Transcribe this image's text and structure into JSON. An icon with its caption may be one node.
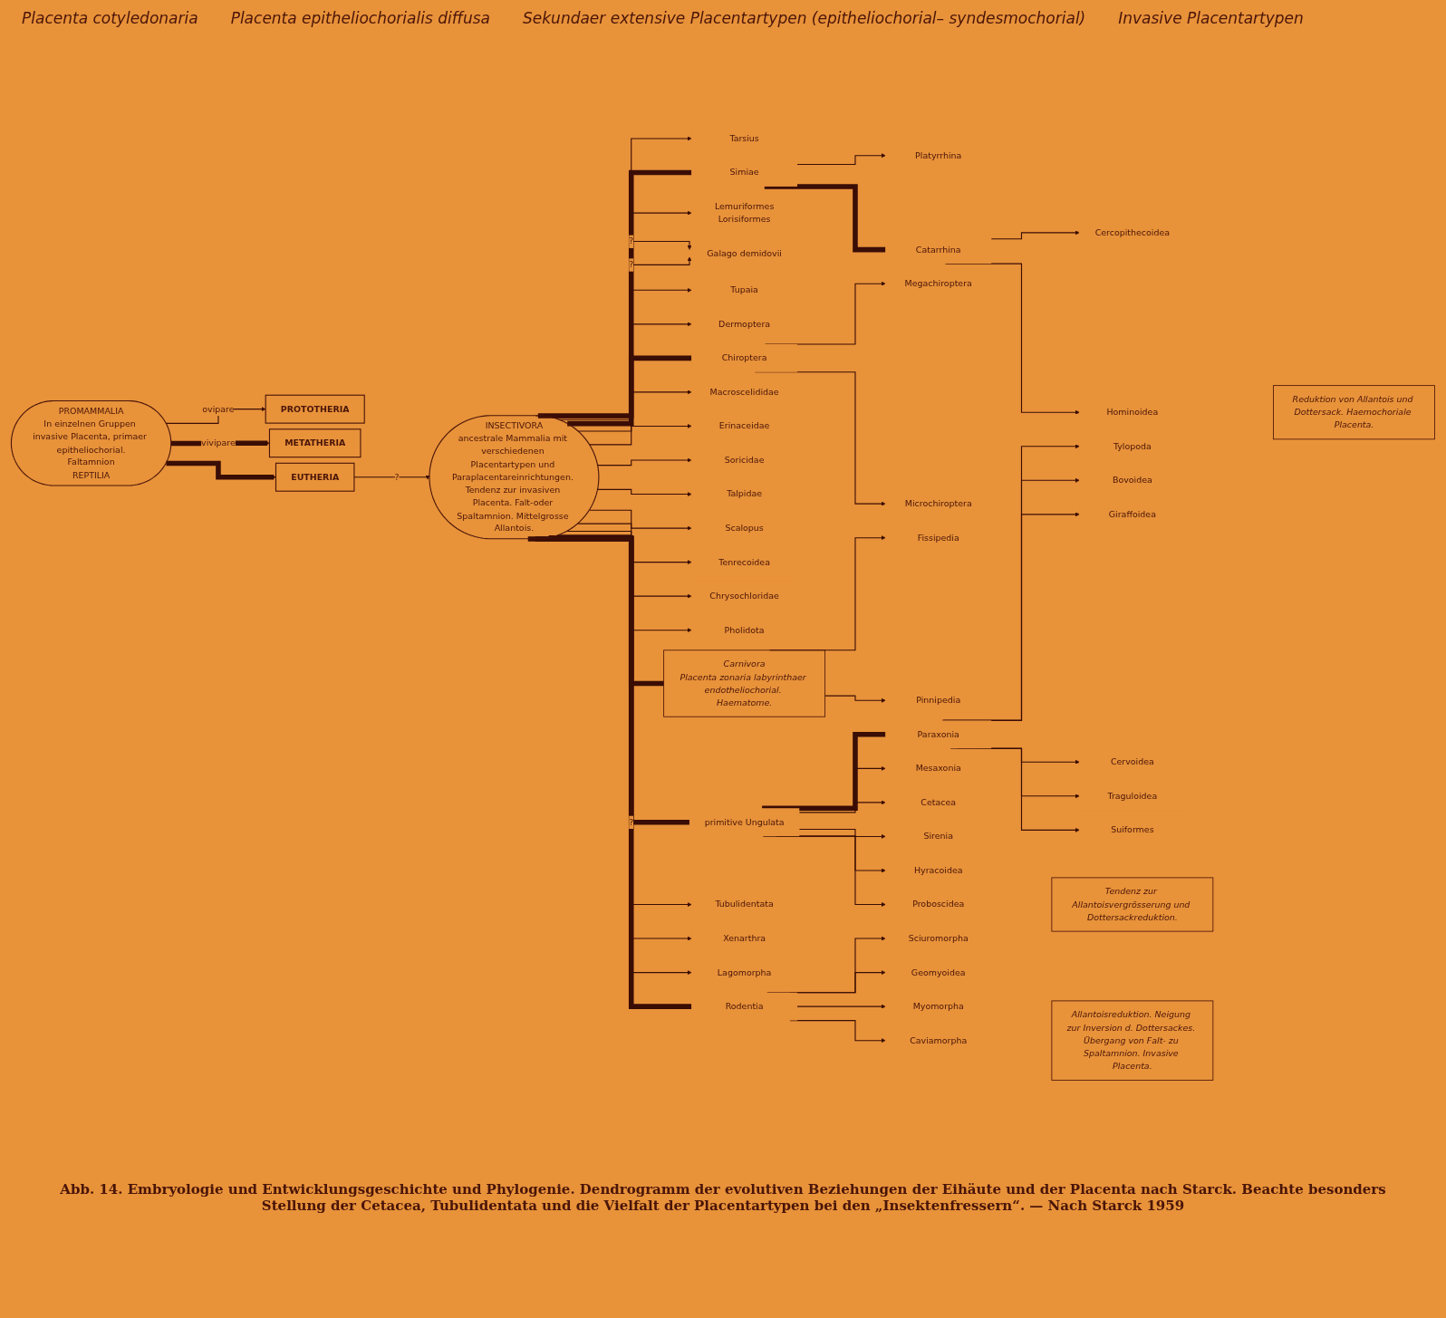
{
  "diagram": {
    "caption": "Abb. 14. Embryologie und Entwicklungsgeschichte und Phylogenie. Dendrogramm der evolutiven Beziehungen der Eihäute und der Placenta nach Starck. Beachte besonders Stellung der Cetacea, Tubulidentata und die Vielfalt der Placentartypen bei den „Insektenfressern“. — Nach Starck 1959",
    "nodes": [
      {
        "text": [
          "PROMAMMALIA",
          "In einzelnen Gruppen invasive Placenta, primaer epitheliochorial.",
          "Faltamnion",
          "REPTILIA"
        ]
      },
      {
        "text": [
          "PROTOTHERIA"
        ]
      },
      {
        "text": [
          "METATHERIA"
        ]
      },
      {
        "text": [
          "EUTHERIA"
        ]
      },
      {
        "text": [
          "INSECTIVORA",
          "ancestrale Mammalia mit verschiedenen Placentartypen und Paraplacentareinrichtungen. Tendenz zur invasiven Placenta. Falt-oder Spaltamnion. Mittelgrosse Allantois."
        ]
      },
      {
        "text": [
          "Tarsius"
        ]
      },
      {
        "text": [
          "Simiae"
        ]
      },
      {
        "text": [
          "Platyrrhina"
        ]
      },
      {
        "text": [
          "Catarrhina"
        ]
      },
      {
        "text": [
          "Cercopithecoidea"
        ]
      },
      {
        "text": [
          "Hominoidea"
        ]
      },
      {
        "text": [
          "Reduktion von Allantois und Dottersack. Haemochoriale Placenta."
        ]
      },
      {
        "text": [
          "Lemuriformes",
          "Lorisiformes"
        ]
      },
      {
        "text": [
          "Galago demidovii"
        ]
      },
      {
        "text": [
          "Tupaia"
        ]
      },
      {
        "text": [
          "Dermoptera"
        ]
      },
      {
        "text": [
          "Chiroptera"
        ]
      },
      {
        "text": [
          "Megachiroptera"
        ]
      },
      {
        "text": [
          "Microchiroptera"
        ]
      },
      {
        "text": [
          "Macroscelididae"
        ]
      },
      {
        "text": [
          "Erinaceidae"
        ]
      },
      {
        "text": [
          "Soricidae"
        ]
      },
      {
        "text": [
          "Talpidae"
        ]
      },
      {
        "text": [
          "Scalopus"
        ]
      },
      {
        "text": [
          "Tenrecoidea"
        ]
      },
      {
        "text": [
          "Chrysochloridae"
        ]
      },
      {
        "text": [
          "Pholidota"
        ]
      },
      {
        "text": [
          "Carnivora",
          "Placenta zonaria labyrinthaer endotheliochorial. Haematome."
        ]
      },
      {
        "text": [
          "Fissipedia"
        ]
      },
      {
        "text": [
          "Pinnipedia"
        ]
      },
      {
        "text": [
          "primitive Ungulata"
        ]
      },
      {
        "text": [
          "Paraxonia"
        ]
      },
      {
        "text": [
          "Tylopoda"
        ]
      },
      {
        "text": [
          "Bovoidea"
        ]
      },
      {
        "text": [
          "Giraffoidea"
        ]
      },
      {
        "text": [
          "Cervoidea"
        ]
      },
      {
        "text": [
          "Traguloidea"
        ]
      },
      {
        "text": [
          "Suiformes"
        ]
      },
      {
        "text": [
          "Mesaxonia"
        ]
      },
      {
        "text": [
          "Cetacea"
        ]
      },
      {
        "text": [
          "Sirenia"
        ]
      },
      {
        "text": [
          "Hyracoidea"
        ]
      },
      {
        "text": [
          "Proboscidea"
        ]
      },
      {
        "text": [
          "Tendenz zur Allantoisvergrösserung und Dottersackreduktion."
        ]
      },
      {
        "text": [
          "Tubulidentata"
        ]
      },
      {
        "text": [
          "Xenarthra"
        ]
      },
      {
        "text": [
          "Lagomorpha"
        ]
      },
      {
        "text": [
          "Rodentia"
        ]
      },
      {
        "text": [
          "Sciuromorpha"
        ]
      },
      {
        "text": [
          "Geomyoidea"
        ]
      },
      {
        "text": [
          "Myomorpha"
        ]
      },
      {
        "text": [
          "Caviamorpha"
        ]
      },
      {
        "text": [
          "Allantoisreduktion. Neigung zur Inversion d. Dottersackes. Übergang von Falt- zu Spaltamnion. Invasive Placenta."
        ]
      }
    ],
    "edges": [
      {
        "from": 0,
        "to": 1,
        "arrow": "to",
        "label": "ovipare"
      },
      {
        "from": 0,
        "to": 2,
        "arrow": "to",
        "label": "vivipare",
        "style": "thick"
      },
      {
        "from": 0,
        "to": 3,
        "arrow": "to",
        "style": "thick"
      },
      {
        "from": 3,
        "to": 4,
        "arrow": "to",
        "label": "?"
      },
      {
        "from": 4,
        "to": 5,
        "arrow": "to"
      },
      {
        "from": 4,
        "to": 6,
        "arrow": "none",
        "style": "thick"
      },
      {
        "from": 6,
        "to": 7,
        "arrow": "to"
      },
      {
        "from": 6,
        "to": 8,
        "arrow": "none",
        "style": "thick"
      },
      {
        "from": 8,
        "to": 9,
        "arrow": "to"
      },
      {
        "from": 8,
        "to": 10,
        "arrow": "to"
      },
      {
        "from": 4,
        "to": 12,
        "arrow": "to"
      },
      {
        "from": 4,
        "to": 13,
        "arrow": "to",
        "label": "?"
      },
      {
        "from": 4,
        "to": 13,
        "arrow": "to",
        "label": "?"
      },
      {
        "from": 4,
        "to": 14,
        "arrow": "to"
      },
      {
        "from": 4,
        "to": 15,
        "arrow": "to"
      },
      {
        "from": 4,
        "to": 16,
        "arrow": "none",
        "style": "thick"
      },
      {
        "from": 16,
        "to": 17,
        "arrow": "to"
      },
      {
        "from": 16,
        "to": 18,
        "arrow": "to"
      },
      {
        "from": 4,
        "to": 19,
        "arrow": "to"
      },
      {
        "from": 4,
        "to": 20,
        "arrow": "to"
      },
      {
        "from": 4,
        "to": 21,
        "arrow": "to"
      },
      {
        "from": 4,
        "to": 22,
        "arrow": "to"
      },
      {
        "from": 4,
        "to": 23,
        "arrow": "to"
      },
      {
        "from": 4,
        "to": 24,
        "arrow": "to"
      },
      {
        "from": 4,
        "to": 25,
        "arrow": "to"
      },
      {
        "from": 4,
        "to": 26,
        "arrow": "to"
      },
      {
        "from": 4,
        "to": 27,
        "arrow": "none",
        "style": "thick"
      },
      {
        "from": 27,
        "to": 28,
        "arrow": "to"
      },
      {
        "from": 27,
        "to": 29,
        "arrow": "to"
      },
      {
        "from": 4,
        "to": 30,
        "arrow": "none",
        "style": "thick",
        "label": "?"
      },
      {
        "from": 30,
        "to": 31,
        "arrow": "none",
        "style": "thick"
      },
      {
        "from": 31,
        "to": 32,
        "arrow": "to"
      },
      {
        "from": 31,
        "to": 33,
        "arrow": "to"
      },
      {
        "from": 31,
        "to": 34,
        "arrow": "to"
      },
      {
        "from": 31,
        "to": 35,
        "arrow": "to"
      },
      {
        "from": 31,
        "to": 36,
        "arrow": "to"
      },
      {
        "from": 31,
        "to": 37,
        "arrow": "to"
      },
      {
        "from": 30,
        "to": 38,
        "arrow": "to"
      },
      {
        "from": 30,
        "to": 39,
        "arrow": "to"
      },
      {
        "from": 30,
        "to": 40,
        "arrow": "to"
      },
      {
        "from": 30,
        "to": 41,
        "arrow": "to"
      },
      {
        "from": 30,
        "to": 42,
        "arrow": "to"
      },
      {
        "from": 4,
        "to": 44,
        "arrow": "to"
      },
      {
        "from": 4,
        "to": 45,
        "arrow": "to"
      },
      {
        "from": 4,
        "to": 46,
        "arrow": "to"
      },
      {
        "from": 4,
        "to": 47,
        "arrow": "none",
        "style": "thick"
      },
      {
        "from": 47,
        "to": 48,
        "arrow": "to"
      },
      {
        "from": 47,
        "to": 49,
        "arrow": "to"
      },
      {
        "from": 47,
        "to": 50,
        "arrow": "to"
      },
      {
        "from": 47,
        "to": 51,
        "arrow": "to"
      }
    ],
    "labels": [
      "Placenta cotyledonaria",
      "Placenta epitheliochorialis diffusa",
      "Sekundaer extensive Placentartypen (epitheliochorial– syndesmochorial)",
      "Invasive Placentartypen"
    ]
  }
}
